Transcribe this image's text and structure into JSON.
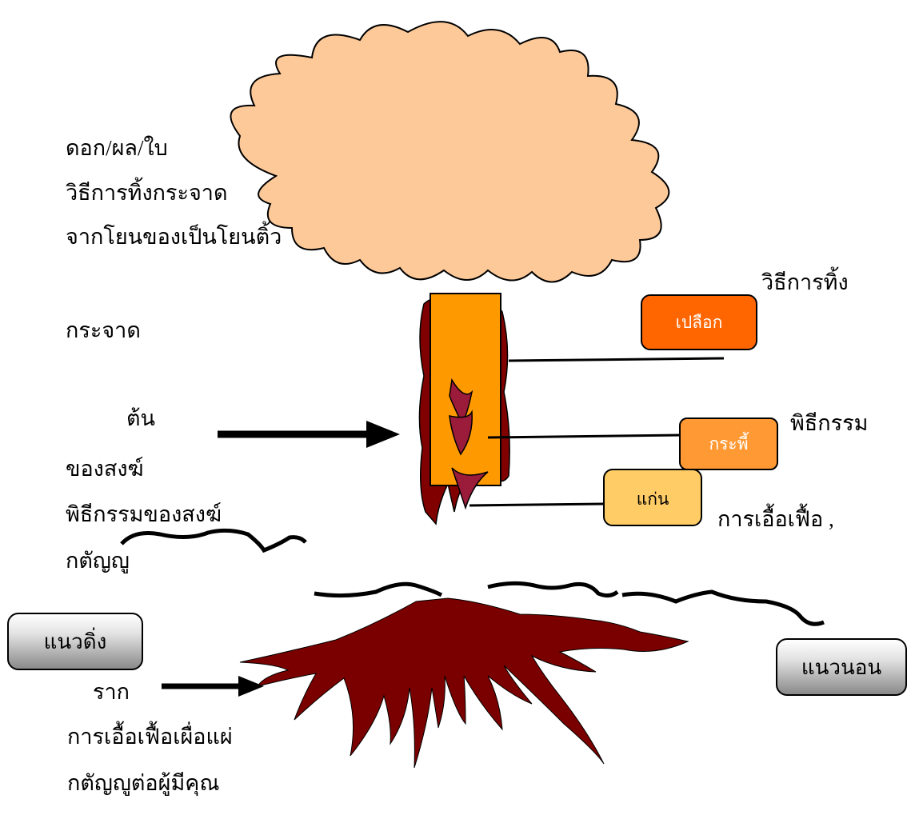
{
  "crown_labels": {
    "line1": "ดอก/ผล/ใบ",
    "line2": "วิธีการทิ้งกระจาด",
    "line3": "จากโยนของเป็นโยนติ้ว",
    "line4": "กระจาด"
  },
  "trunk_labels": {
    "line1": "ต้น",
    "line2": "ของสงฆ์",
    "line3": "พิธีกรรมของสงฆ์",
    "line4": "กตัญญู"
  },
  "root_labels": {
    "line1": "ราก",
    "line2": "การเอื้อเฟื้อเผื่อแผ่",
    "line3": "กตัญญูต่อผู้มีคุณ"
  },
  "right_labels": {
    "method": "วิธีการทิ้ง",
    "ritual": "พิธีกรรม",
    "generosity": "การเอื้อเฟื้อ ,"
  },
  "layer_boxes": {
    "bark": {
      "label": "เปลือก",
      "color": "#ff6600"
    },
    "sapwood": {
      "label": "กระพี้",
      "color": "#ff9933"
    },
    "core": {
      "label": "แก่น",
      "color": "#ffcc66"
    }
  },
  "direction_buttons": {
    "vertical": "แนวดิ่ง",
    "horizontal": "แนวนอน"
  },
  "colors": {
    "crown_fill": "#fdc999",
    "trunk_fill": "#ff9900",
    "bark_fill": "#800000",
    "flame_fill": "#9b1b3a",
    "root_fill": "#7a0000"
  }
}
